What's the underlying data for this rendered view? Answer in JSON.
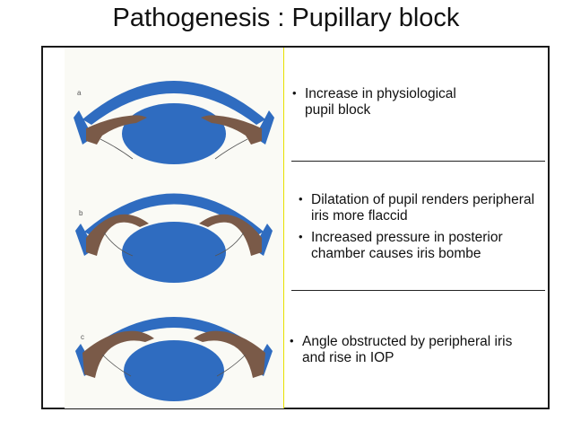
{
  "title": "Pathogenesis : Pupillary block",
  "figure": {
    "panel_labels": [
      "a",
      "b",
      "c"
    ],
    "colors": {
      "cornea": "#2f6cc0",
      "lens": "#2f6cc0",
      "iris": "#7a5a48",
      "background": "#fafaf5"
    }
  },
  "points": [
    {
      "bullet": "•",
      "text": "Increase in physiological\npupil block"
    },
    {
      "bullet": "•",
      "text": "Dilatation of pupil renders peripheral\niris more flaccid"
    },
    {
      "bullet": "•",
      "text": "Increased pressure in posterior\nchamber causes iris bombe"
    },
    {
      "bullet": "•",
      "text": "Angle obstructed by peripheral iris\nand rise in IOP"
    }
  ]
}
